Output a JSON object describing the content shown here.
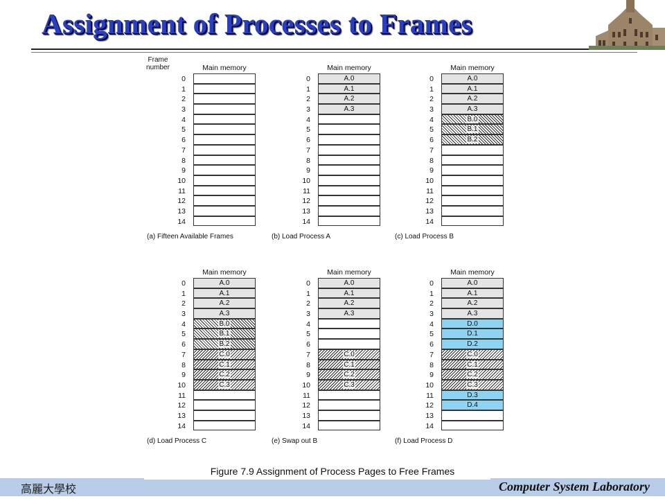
{
  "slide": {
    "title": "Assignment of Processes to Frames"
  },
  "figure": {
    "memory_header": "Main memory",
    "frame_number_label": "Frame number",
    "caption": "Figure 7.9   Assignment of Process Pages to Free Frames",
    "colors": {
      "process_A": "#e4e4e4",
      "process_D": "#8fd3f2",
      "hatch": "#2a2a2a"
    },
    "panels": [
      {
        "caption": "(a) Fifteen Available Frames",
        "frames": [
          "",
          "",
          "",
          "",
          "",
          "",
          "",
          "",
          "",
          "",
          "",
          "",
          "",
          "",
          ""
        ]
      },
      {
        "caption": "(b) Load Process A",
        "frames": [
          "A.0",
          "A.1",
          "A.2",
          "A.3",
          "",
          "",
          "",
          "",
          "",
          "",
          "",
          "",
          "",
          "",
          ""
        ]
      },
      {
        "caption": "(c) Load Process B",
        "frames": [
          "A.0",
          "A.1",
          "A.2",
          "A.3",
          "B.0",
          "B.1",
          "B.2",
          "",
          "",
          "",
          "",
          "",
          "",
          "",
          ""
        ]
      },
      {
        "caption": "(d) Load Process C",
        "frames": [
          "A.0",
          "A.1",
          "A.2",
          "A.3",
          "B.0",
          "B.1",
          "B.2",
          "C.0",
          "C.1",
          "C.2",
          "C.3",
          "",
          "",
          "",
          ""
        ]
      },
      {
        "caption": "(e) Swap out B",
        "frames": [
          "A.0",
          "A.1",
          "A.2",
          "A.3",
          "",
          "",
          "",
          "C.0",
          "C.1",
          "C.2",
          "C.3",
          "",
          "",
          "",
          ""
        ]
      },
      {
        "caption": "(f) Load Process D",
        "frames": [
          "A.0",
          "A.1",
          "A.2",
          "A.3",
          "D.0",
          "D.1",
          "D.2",
          "C.0",
          "C.1",
          "C.2",
          "C.3",
          "D.3",
          "D.4",
          "",
          ""
        ]
      }
    ]
  },
  "footer": {
    "left_text": "高麗大學校",
    "right_text": "Computer System Laboratory"
  }
}
